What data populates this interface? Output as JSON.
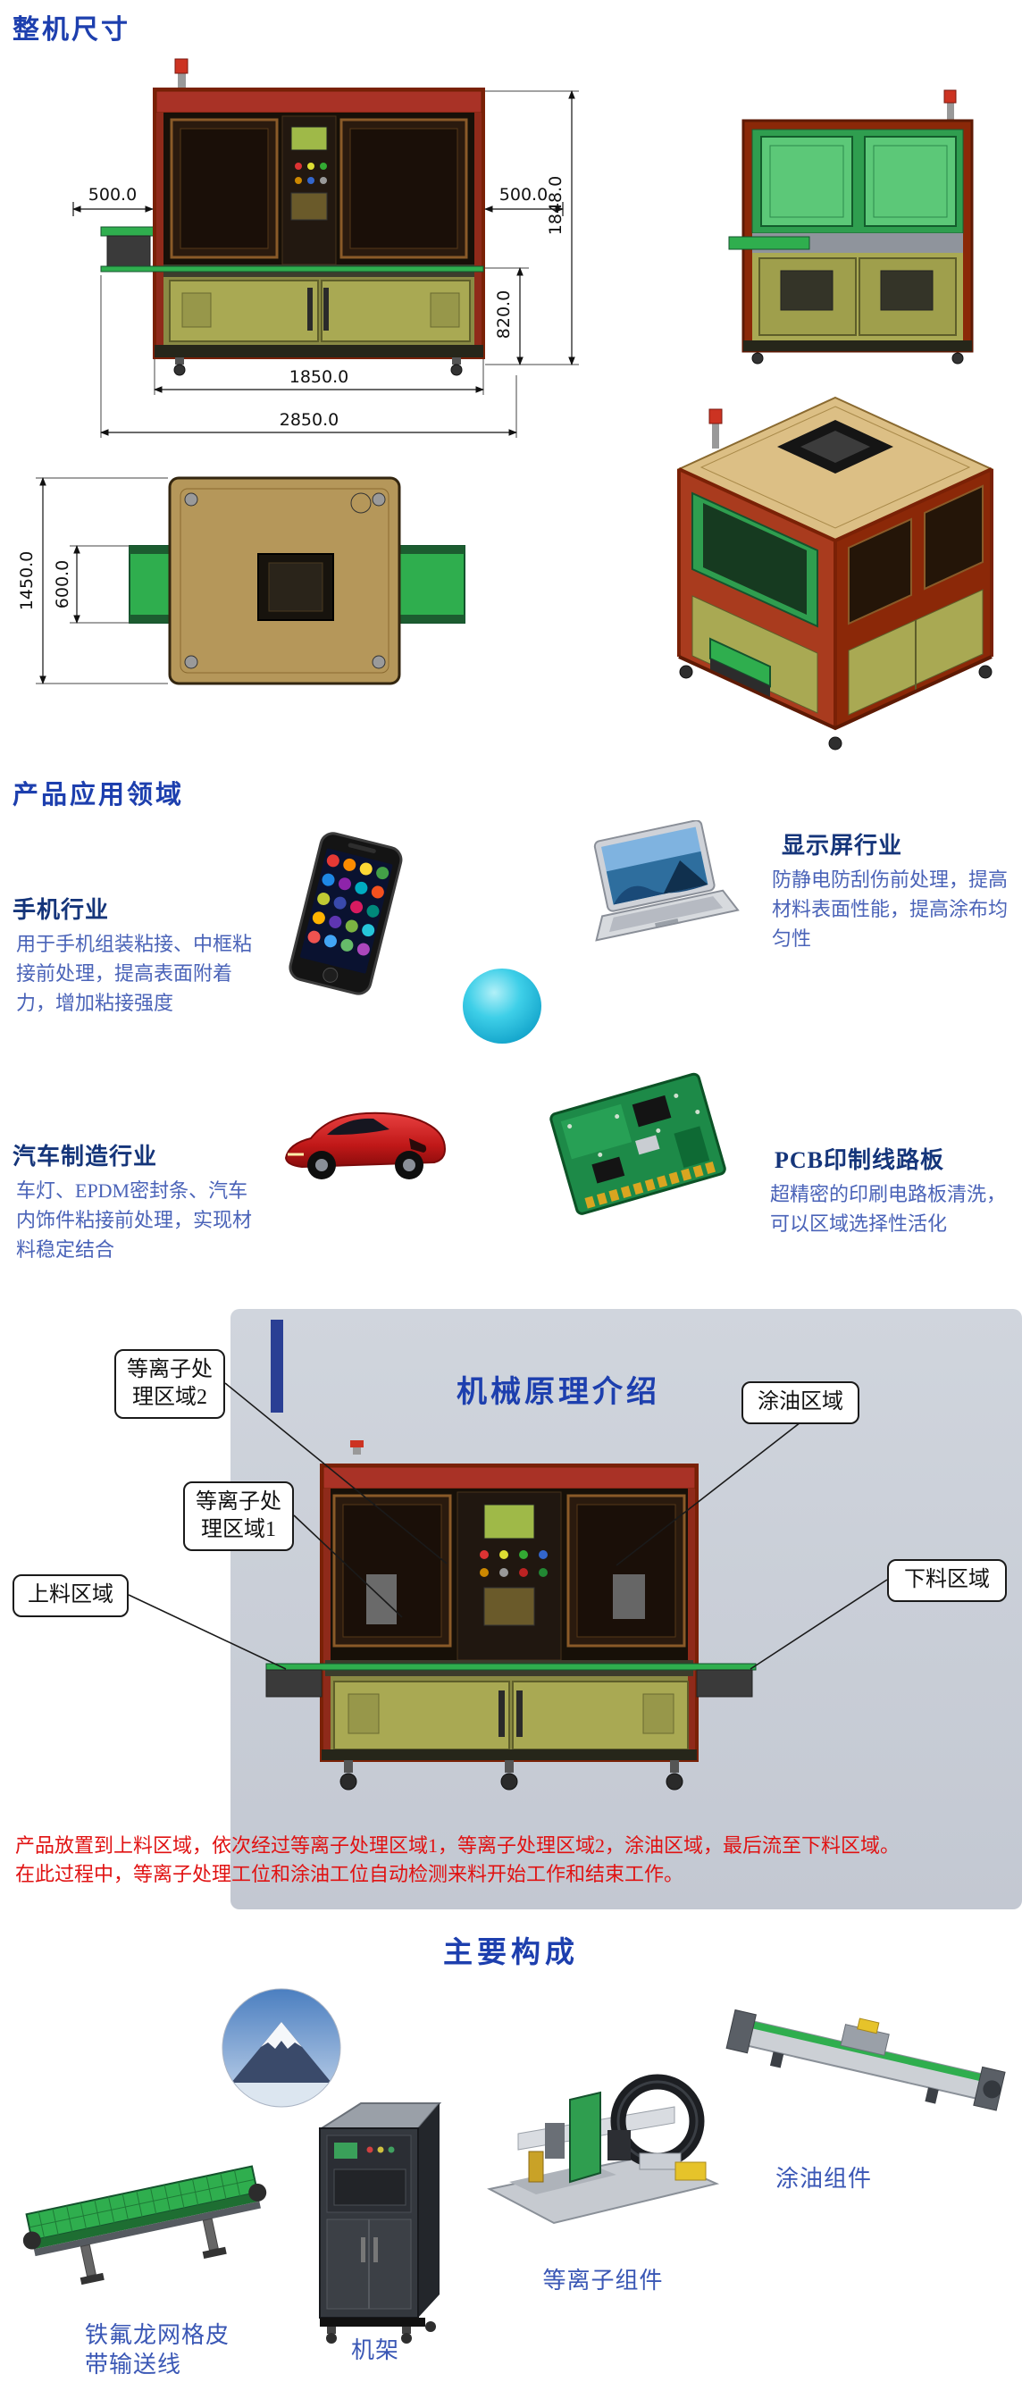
{
  "dimensions": {
    "title": "整机尺寸",
    "front_left_width": "500.0",
    "front_right_width": "500.0",
    "total_height": "1848.0",
    "belt_height": "820.0",
    "body_width": "1850.0",
    "total_width": "2850.0",
    "top_depth": "1450.0",
    "belt_width": "600.0"
  },
  "applications": {
    "title": "产品应用领域",
    "mobile": {
      "title": "手机行业",
      "desc": "用于手机组装粘接、中框粘接前处理，提高表面附着力，增加粘接强度"
    },
    "display": {
      "title": "显示屏行业",
      "desc": "防静电防刮伤前处理，提高材料表面性能，提高涂布均匀性"
    },
    "auto": {
      "title": "汽车制造行业",
      "desc": "车灯、EPDM密封条、汽车内饰件粘接前处理，实现材料稳定结合"
    },
    "pcb": {
      "title": "PCB印制线路板",
      "desc": "超精密的印刷电路板清洗，可以区域选择性活化"
    }
  },
  "principle": {
    "title": "机械原理介绍",
    "callout_plasma2": "等离子处理区域2",
    "callout_plasma1": "等离子处理区域1",
    "callout_loading": "上料区域",
    "callout_oiling": "涂油区域",
    "callout_unloading": "下料区域",
    "desc_line1": "产品放置到上料区域，依次经过等离子处理区域1，等离子处理区域2，涂油区域，最后流至下料区域。",
    "desc_line2": "在此过程中，等离子处理工位和涂油工位自动检测来料开始工作和结束工作。"
  },
  "components": {
    "title": "主要构成",
    "conveyor_label": "铁氟龙网格皮带输送线",
    "frame_label": "机架",
    "plasma_label": "等离子组件",
    "oiler_label": "涂油组件"
  },
  "colors": {
    "heading_blue": "#1d3fae",
    "body_blue": "#4a63b8",
    "desc_red": "#e01212",
    "frame_red": "#8b2808",
    "panel_khaki": "#a9a953",
    "panel_green": "#2f9e4f",
    "grey_panel": "#c9cdd5"
  }
}
